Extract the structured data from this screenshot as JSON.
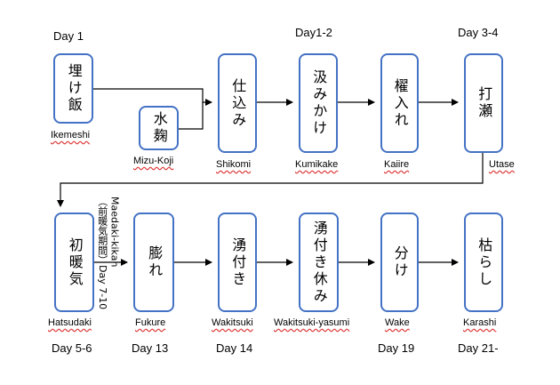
{
  "days": {
    "d1": "Day 1",
    "d12": "Day1-2",
    "d34": "Day 3-4",
    "d56": "Day 5-6",
    "d13": "Day 13",
    "d14": "Day 14",
    "d19": "Day 19",
    "d21": "Day 21-"
  },
  "steps": {
    "umekeshi": {
      "jp": "埋け飯",
      "romaji": "Ikemeshi"
    },
    "mizukoji": {
      "jp": "水麹",
      "romaji": "Mizu-Koji"
    },
    "shikomi": {
      "jp": "仕込み",
      "romaji": "Shikomi"
    },
    "kumikake": {
      "jp": "汲みかけ",
      "romaji": "Kumikake"
    },
    "kaiire": {
      "jp": "櫂入れ",
      "romaji": "Kaiire"
    },
    "utase": {
      "jp": "打瀬",
      "romaji": "Utase"
    },
    "hatsudaki": {
      "jp": "初暖気",
      "romaji": "Hatsudaki"
    },
    "fukure": {
      "jp": "膨れ",
      "romaji": "Fukure"
    },
    "wakitsuki": {
      "jp": "湧付き",
      "romaji": "Wakitsuki"
    },
    "wakitsukiyasumi": {
      "jp": "湧付き休み",
      "romaji": "Wakitsuki-yasumi"
    },
    "wake": {
      "jp": "分け",
      "romaji": "Wake"
    },
    "karashi": {
      "jp": "枯らし",
      "romaji": "Karashi"
    }
  },
  "note": {
    "line1": "Maedaki-kikan",
    "line2": "（前暖気期間）Day 7-10"
  }
}
